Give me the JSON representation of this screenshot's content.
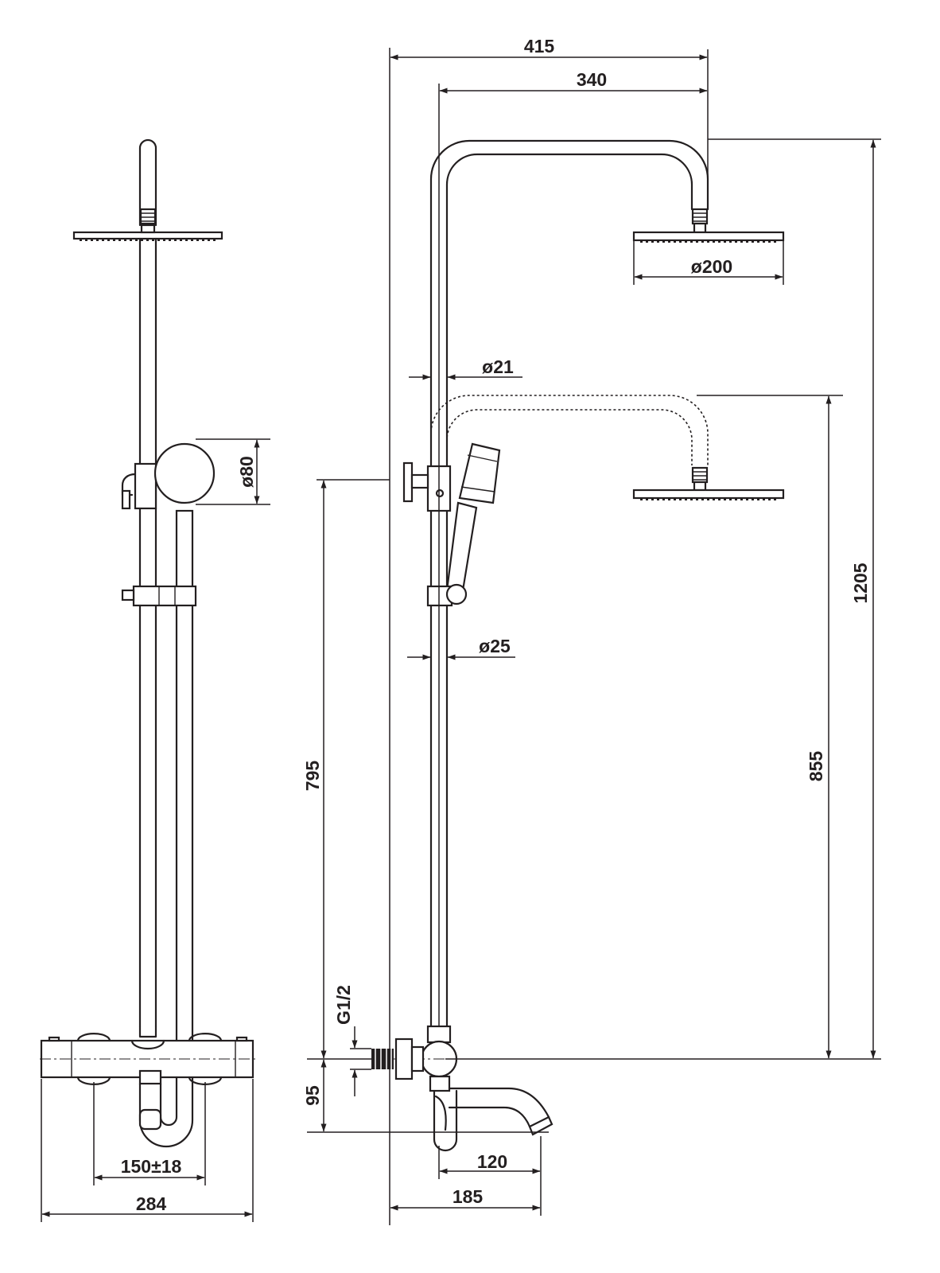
{
  "drawing": {
    "type": "technical-drawing",
    "subject": "thermostatic shower column with bath spout",
    "views": [
      "front",
      "side"
    ],
    "color": "#231f20"
  },
  "dimensions": {
    "overall_width_label": "415",
    "arm_projection_label": "340",
    "head_diameter_label": "ø200",
    "slide_pipe_diameter_label": "ø21",
    "main_pipe_diameter_label": "ø25",
    "thermostat_knob_label": "ø80",
    "height_to_head_label": "1205",
    "height_to_lower_head_label": "855",
    "height_connection_label": "795",
    "inlet_thread_label": "G1/2",
    "spout_drop_label": "95",
    "spout_reach_label": "120",
    "wall_to_spout_label": "185",
    "inlet_centers_label": "150±18",
    "valve_width_label": "284"
  }
}
